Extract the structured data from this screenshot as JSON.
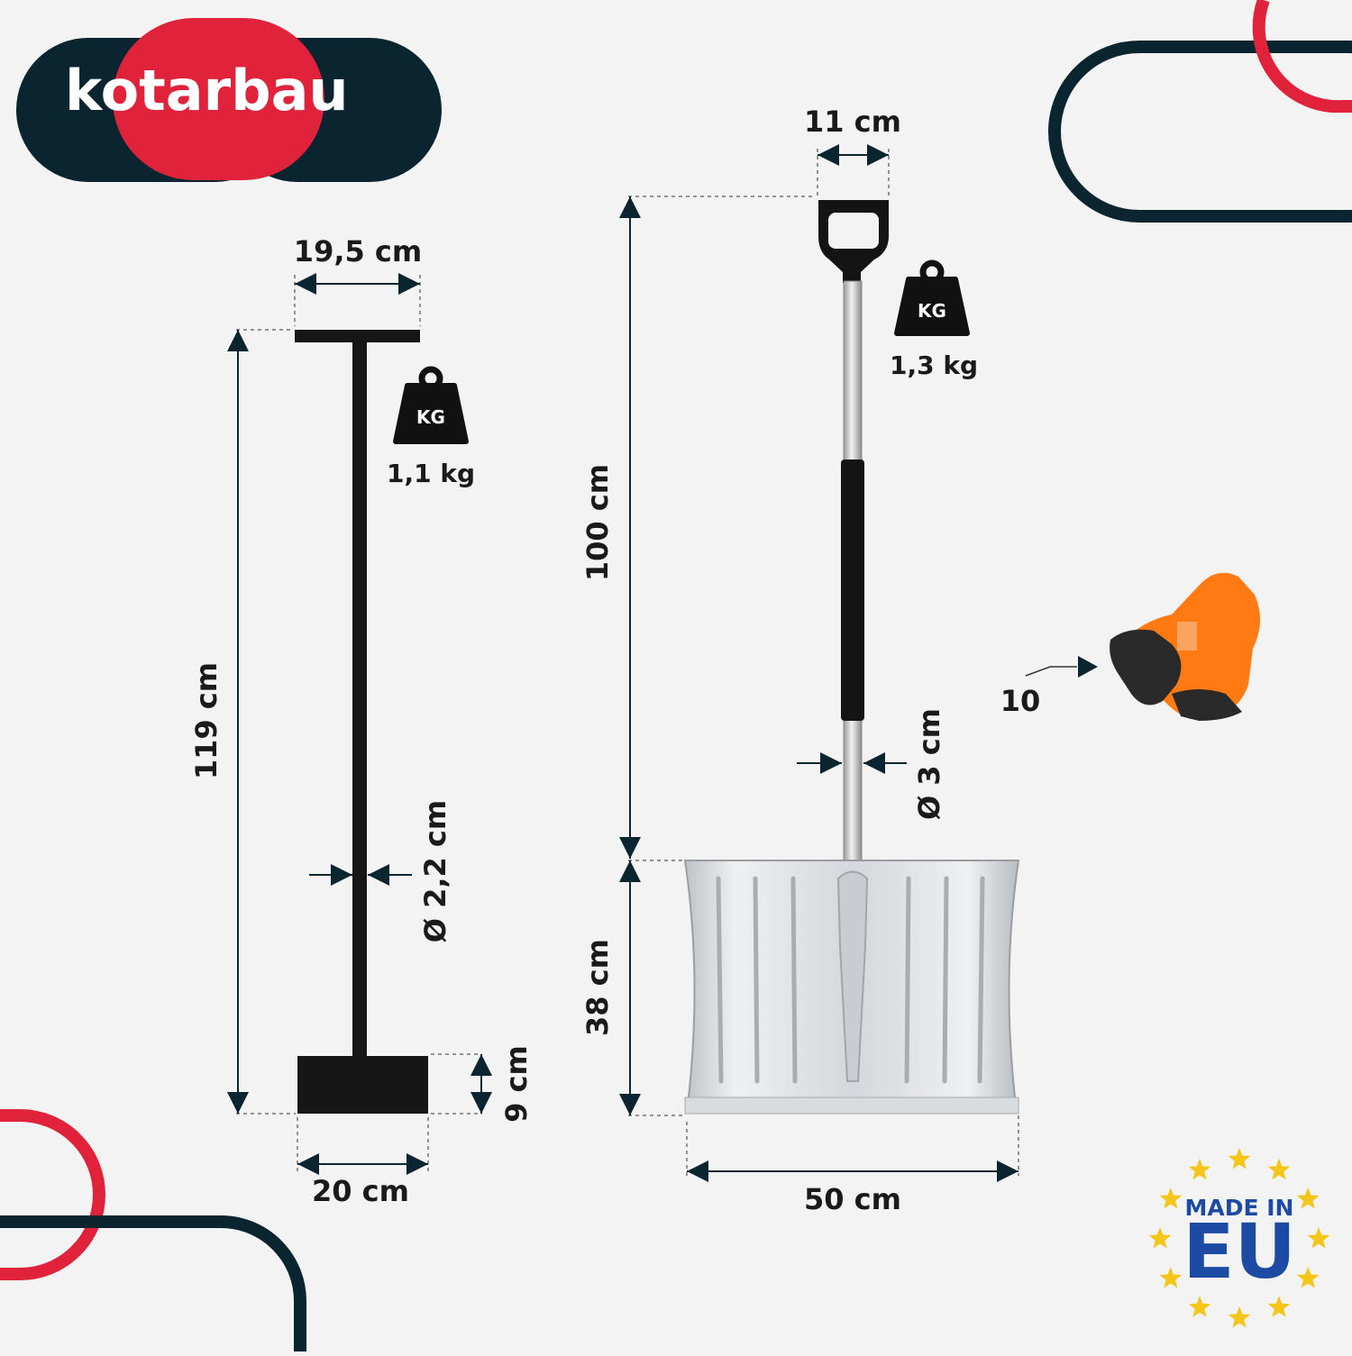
{
  "brand": {
    "name": "kotarbau",
    "colors": {
      "navy": "#0b2530",
      "red": "#e0223a",
      "background": "#f3f3f3"
    }
  },
  "tool_left": {
    "name_icon": "ice-scraper",
    "top_width": "19,5 cm",
    "height": "119 cm",
    "diameter": "Ø 2,2 cm",
    "blade_height": "9 cm",
    "blade_width": "20 cm",
    "weight_icon_label": "KG",
    "weight": "1,1 kg"
  },
  "tool_right": {
    "name_icon": "snow-shovel",
    "grip_width": "11 cm",
    "shaft_length": "100 cm",
    "diameter": "Ø 3 cm",
    "blade_height": "38 cm",
    "blade_width": "50 cm",
    "weight_icon_label": "KG",
    "weight": "1,3 kg"
  },
  "gloves": {
    "icon": "work-gloves-icon",
    "count": "10"
  },
  "badge": {
    "line1": "MADE IN",
    "line2": "EU",
    "star_color": "#f5c518"
  }
}
